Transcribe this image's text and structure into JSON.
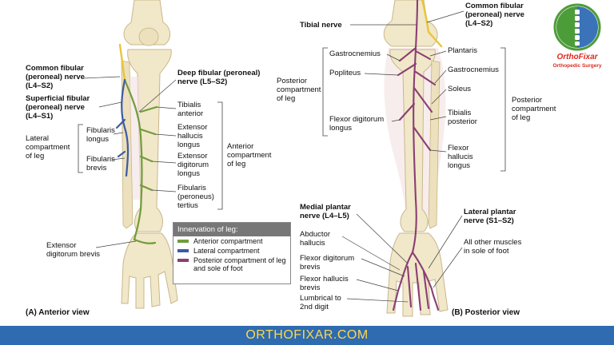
{
  "anterior": {
    "labels": {
      "common_fibular": [
        "Common fibular",
        "(peroneal) nerve",
        "(L4–S2)"
      ],
      "superficial_fibular": [
        "Superficial fibular",
        "(peroneal) nerve",
        "(L4–S1)"
      ],
      "lateral_compartment": [
        "Lateral",
        "compartment",
        "of leg"
      ],
      "fibularis_longus": [
        "Fibularis",
        "longus"
      ],
      "fibularis_brevis": [
        "Fibularis",
        "brevis"
      ],
      "deep_fibular": [
        "Deep fibular (peroneal)",
        "nerve (L5–S2)"
      ],
      "tibialis_anterior": [
        "Tibialis",
        "anterior"
      ],
      "ext_hallucis_longus": [
        "Extensor",
        "hallucis",
        "longus"
      ],
      "ext_digitorum_longus": [
        "Extensor",
        "digitorum",
        "longus"
      ],
      "fibularis_tertius": [
        "Fibularis",
        "(peroneus)",
        "tertius"
      ],
      "anterior_compartment": [
        "Anterior",
        "compartment",
        "of leg"
      ],
      "ext_digitorum_brevis": [
        "Extensor",
        "digitorum brevis"
      ]
    },
    "caption": "(A) Anterior view"
  },
  "legend": {
    "title": "Innervation of leg:",
    "items": [
      {
        "label": "Anterior compartment",
        "color": "#6f9d3b"
      },
      {
        "label": "Lateral compartment",
        "color": "#3b5aa6"
      },
      {
        "label": "Posterior compartment of leg and sole of foot",
        "color": "#8a3f73"
      }
    ]
  },
  "posterior": {
    "labels": {
      "tibial_nerve": "Tibial nerve",
      "common_fibular": [
        "Common fibular",
        "(peroneal) nerve",
        "(L4–S2)"
      ],
      "gastrocnemius_left": "Gastrocnemius",
      "popliteus": "Popliteus",
      "posterior_compartment_left": [
        "Posterior",
        "compartment",
        "of leg"
      ],
      "flexor_digitorum_longus": [
        "Flexor digitorum",
        "longus"
      ],
      "plantaris": "Plantaris",
      "gastrocnemius_right": "Gastrocnemius",
      "soleus": "Soleus",
      "tibialis_posterior": [
        "Tibialis",
        "posterior"
      ],
      "flexor_hallucis_longus": [
        "Flexor",
        "hallucis",
        "longus"
      ],
      "posterior_compartment_right": [
        "Posterior",
        "compartment",
        "of leg"
      ],
      "medial_plantar": [
        "Medial plantar",
        "nerve (L4–L5)"
      ],
      "abductor_hallucis": [
        "Abductor",
        "hallucis"
      ],
      "flexor_digitorum_brevis": [
        "Flexor digitorum",
        "brevis"
      ],
      "flexor_hallucis_brevis": [
        "Flexor hallucis",
        "brevis"
      ],
      "lumbrical": [
        "Lumbrical to",
        "2nd digit"
      ],
      "lateral_plantar": [
        "Lateral plantar",
        "nerve (S1–S2)"
      ],
      "other_muscles": [
        "All other muscles",
        "in sole of foot"
      ]
    },
    "caption": "(B) Posterior view"
  },
  "logo": {
    "name": "OrthoFixar",
    "subtitle": "Orthopedic Surgery"
  },
  "footer": {
    "text": "ORTHOFIXAR.COM"
  }
}
